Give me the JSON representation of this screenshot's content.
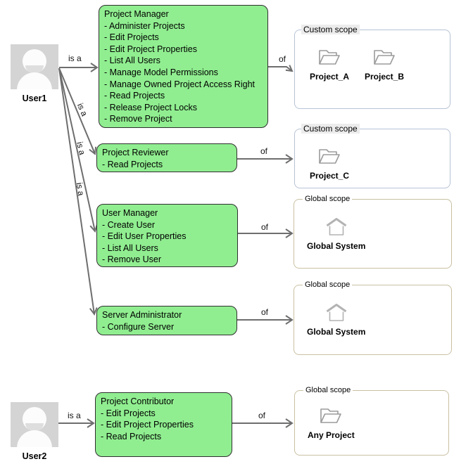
{
  "users": [
    {
      "name": "User1"
    },
    {
      "name": "User2"
    }
  ],
  "roles": [
    {
      "title": "Project Manager",
      "permissions": [
        "- Administer Projects",
        "- Edit Projects",
        "- Edit Project Properties",
        "- List All Users",
        "- Manage Model Permissions",
        "- Manage Owned Project Access Right",
        "- Read Projects",
        "- Release Project Locks",
        "- Remove Project"
      ]
    },
    {
      "title": "Project Reviewer",
      "permissions": [
        "- Read Projects"
      ]
    },
    {
      "title": "User Manager",
      "permissions": [
        "- Create User",
        "- Edit User Properties",
        "- List All Users",
        "- Remove User"
      ]
    },
    {
      "title": "Server Administrator",
      "permissions": [
        "- Configure Server"
      ]
    },
    {
      "title": "Project Contributor",
      "permissions": [
        "- Edit Projects",
        "- Edit Project Properties",
        "- Read Projects"
      ]
    }
  ],
  "scopes": [
    {
      "label": "Custom scope",
      "items": [
        {
          "icon": "folder",
          "name": "Project_A"
        },
        {
          "icon": "folder",
          "name": "Project_B"
        }
      ]
    },
    {
      "label": "Custom scope",
      "items": [
        {
          "icon": "folder",
          "name": "Project_C"
        }
      ]
    },
    {
      "label": "Global scope",
      "items": [
        {
          "icon": "home",
          "name": "Global System"
        }
      ]
    },
    {
      "label": "Global scope",
      "items": [
        {
          "icon": "home",
          "name": "Global System"
        }
      ]
    },
    {
      "label": "Global scope",
      "items": [
        {
          "icon": "folder",
          "name": "Any Project"
        }
      ]
    }
  ],
  "edges": [
    {
      "from": "User1",
      "to": "Project Manager",
      "label": "is a"
    },
    {
      "from": "User1",
      "to": "Project Reviewer",
      "label": "is a"
    },
    {
      "from": "User1",
      "to": "User Manager",
      "label": "is a"
    },
    {
      "from": "User1",
      "to": "Server Administrator",
      "label": "is a"
    },
    {
      "from": "Project Manager",
      "to": "Custom scope (Project_A, Project_B)",
      "label": "of"
    },
    {
      "from": "Project Reviewer",
      "to": "Custom scope (Project_C)",
      "label": "of"
    },
    {
      "from": "User Manager",
      "to": "Global scope (Global System)",
      "label": "of"
    },
    {
      "from": "Server Administrator",
      "to": "Global scope (Global System)",
      "label": "of"
    },
    {
      "from": "User2",
      "to": "Project Contributor",
      "label": "is a"
    },
    {
      "from": "Project Contributor",
      "to": "Global scope (Any Project)",
      "label": "of"
    }
  ],
  "colors": {
    "role_fill": "#90EE90",
    "role_border": "#2f2f2f",
    "custom_scope_border": "#b7c3d6",
    "global_scope_border": "#c9c0a2",
    "arrow": "#6e6e6e",
    "avatar_background": "#d4d4d4"
  }
}
